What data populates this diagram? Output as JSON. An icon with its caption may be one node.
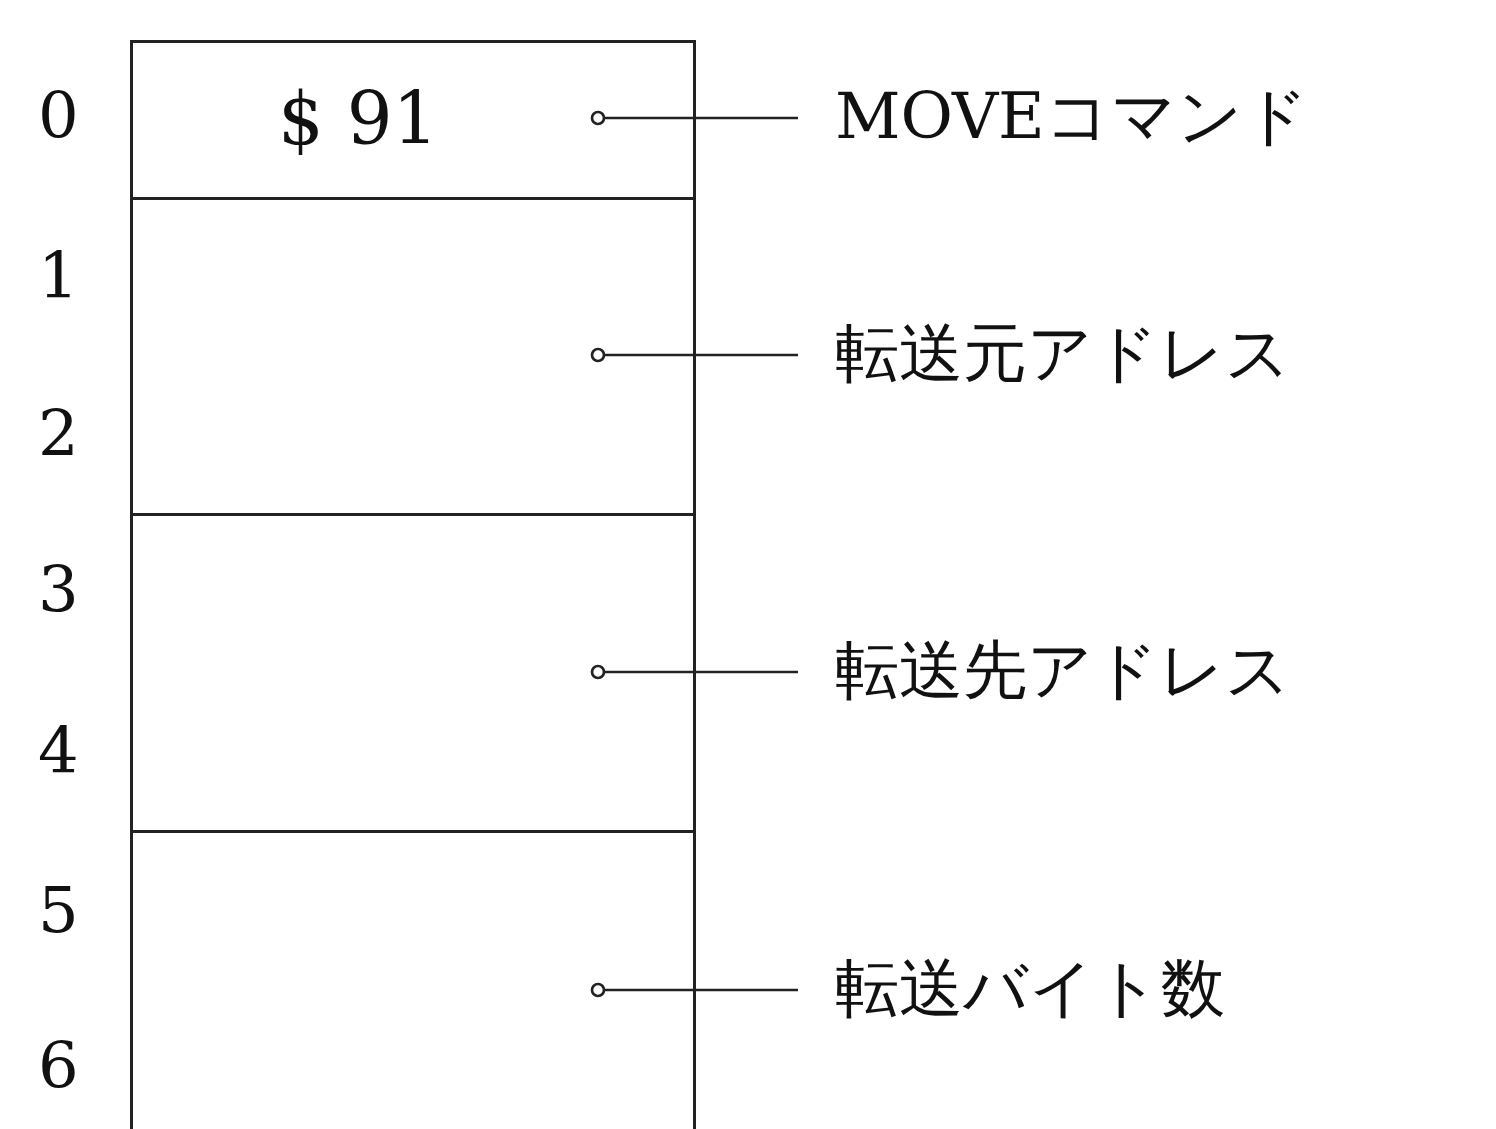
{
  "diagram": {
    "nodes": [
      {
        "text": [
          "$ 91"
        ]
      },
      {
        "text": [],
        "shape": "box"
      },
      {
        "text": [],
        "shape": "box"
      },
      {
        "text": [],
        "shape": "box"
      },
      {
        "text": [
          "MOVEコマンド"
        ]
      },
      {
        "text": [
          "転送元アドレス"
        ]
      },
      {
        "text": [
          "転送先アドレス"
        ]
      },
      {
        "text": [
          "転送バイト数"
        ]
      }
    ],
    "edges": [
      {
        "from": 4,
        "to": 0,
        "arrow": "other"
      },
      {
        "from": 5,
        "to": 1,
        "arrow": "other"
      },
      {
        "from": 6,
        "to": 2,
        "arrow": "other"
      },
      {
        "from": 7,
        "to": 3,
        "arrow": "other"
      }
    ],
    "labels": [
      "0",
      "1",
      "2",
      "3",
      "4",
      "5",
      "6"
    ]
  }
}
